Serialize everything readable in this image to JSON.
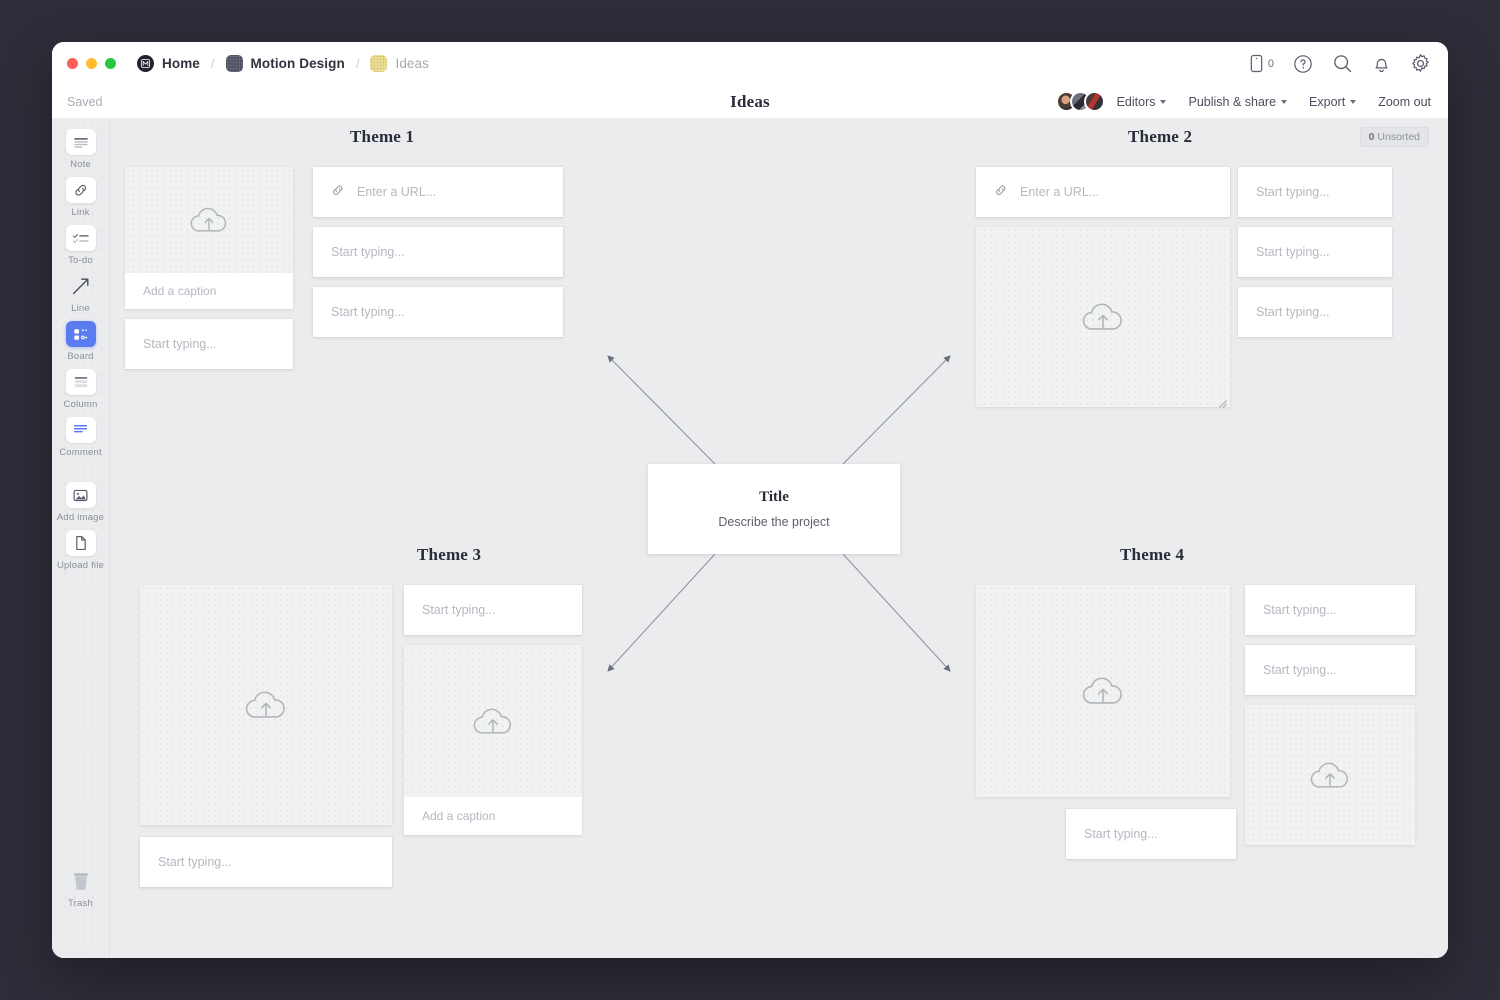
{
  "window": {
    "traffic_lights": [
      "close",
      "minimize",
      "zoom"
    ]
  },
  "breadcrumb": {
    "items": [
      {
        "label": "Home",
        "icon": "home-logo-icon"
      },
      {
        "label": "Motion Design",
        "icon": "folder-dotted-icon"
      },
      {
        "label": "Ideas",
        "icon": "board-dotted-icon"
      }
    ],
    "separator": "/"
  },
  "topbar": {
    "mobile_count": "0",
    "icons": [
      "mobile-preview-icon",
      "help-icon",
      "search-icon",
      "notifications-icon",
      "settings-icon"
    ]
  },
  "subbar": {
    "save_status": "Saved",
    "page_title": "Ideas",
    "editors_label": "Editors",
    "publish_label": "Publish & share",
    "export_label": "Export",
    "zoom_label": "Zoom out"
  },
  "sidebar": {
    "tools": [
      {
        "label": "Note",
        "icon": "note-icon",
        "active": false
      },
      {
        "label": "Link",
        "icon": "link-icon",
        "active": false
      },
      {
        "label": "To-do",
        "icon": "todo-icon",
        "active": false
      },
      {
        "label": "Line",
        "icon": "line-arrow-icon",
        "active": false
      },
      {
        "label": "Board",
        "icon": "board-icon",
        "active": true
      },
      {
        "label": "Column",
        "icon": "column-icon",
        "active": false
      },
      {
        "label": "Comment",
        "icon": "comment-icon",
        "active": false
      },
      {
        "label": "Add image",
        "icon": "image-icon",
        "active": false
      },
      {
        "label": "Upload file",
        "icon": "file-icon",
        "active": false
      }
    ],
    "trash": {
      "label": "Trash",
      "icon": "trash-icon"
    }
  },
  "canvas": {
    "unsorted_badge": {
      "count": "0",
      "label": "Unsorted"
    },
    "placeholders": {
      "text": "Start typing...",
      "url": "Enter a URL...",
      "caption": "Add a caption"
    },
    "center_node": {
      "title": "Title",
      "subtitle": "Describe the project"
    },
    "themes": [
      {
        "name": "Theme 1"
      },
      {
        "name": "Theme 2"
      },
      {
        "name": "Theme 3"
      },
      {
        "name": "Theme 4"
      }
    ]
  },
  "colors": {
    "desktop": "#2e2e3a",
    "canvas": "#ebecee",
    "accent": "#5a7cf0",
    "card": "#ffffff",
    "placeholder_text": "#b6b8c1"
  }
}
